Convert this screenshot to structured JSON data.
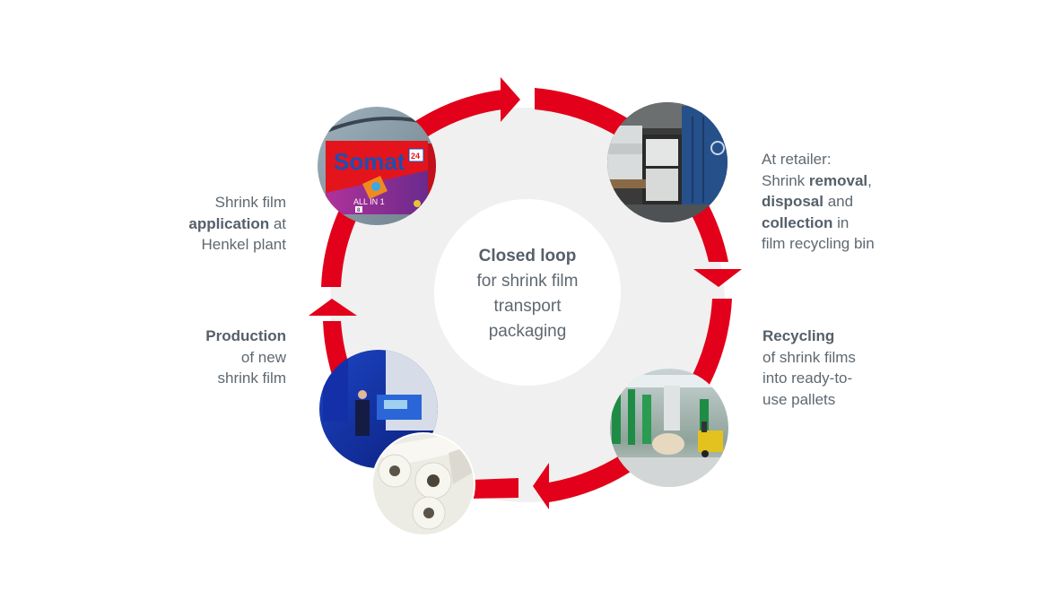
{
  "colors": {
    "arrow_red": "#e2001a",
    "ring_gray": "#f0f0f0",
    "text_gray": "#5f6870",
    "background": "#ffffff"
  },
  "center": {
    "title": "Closed loop",
    "lines": [
      "for shrink film",
      "transport",
      "packaging"
    ]
  },
  "steps": [
    {
      "id": "application",
      "image": "somat-package-photo",
      "image_text": {
        "brand": "Somat",
        "count": "24",
        "variant": "ALL IN 1",
        "actions": "8"
      },
      "parts": [
        {
          "text": "Shrink film",
          "bold": false,
          "br": true
        },
        {
          "text": "application",
          "bold": true
        },
        {
          "text": " at",
          "bold": false,
          "br": true
        },
        {
          "text": "Henkel plant",
          "bold": false
        }
      ]
    },
    {
      "id": "retailer",
      "image": "truck-with-film-bales-photo",
      "parts": [
        {
          "text": "At retailer:",
          "bold": false,
          "br": true
        },
        {
          "text": "Shrink ",
          "bold": false
        },
        {
          "text": "removal",
          "bold": true
        },
        {
          "text": ",",
          "bold": false,
          "br": true
        },
        {
          "text": "disposal",
          "bold": true
        },
        {
          "text": " and",
          "bold": false,
          "br": true
        },
        {
          "text": "collection",
          "bold": true
        },
        {
          "text": " in",
          "bold": false,
          "br": true
        },
        {
          "text": "film recycling bin",
          "bold": false
        }
      ]
    },
    {
      "id": "recycling",
      "image": "recycling-plant-forklift-photo",
      "parts": [
        {
          "text": "Recycling",
          "bold": true,
          "br": true
        },
        {
          "text": "of shrink films",
          "bold": false,
          "br": true
        },
        {
          "text": "into ready-to-",
          "bold": false,
          "br": true
        },
        {
          "text": "use pallets",
          "bold": false
        }
      ]
    },
    {
      "id": "production",
      "image": "film-production-machine-photo",
      "image2": "film-rolls-photo",
      "parts": [
        {
          "text": "Production",
          "bold": true,
          "br": true
        },
        {
          "text": "of new",
          "bold": false,
          "br": true
        },
        {
          "text": "shrink film",
          "bold": false
        }
      ]
    }
  ]
}
